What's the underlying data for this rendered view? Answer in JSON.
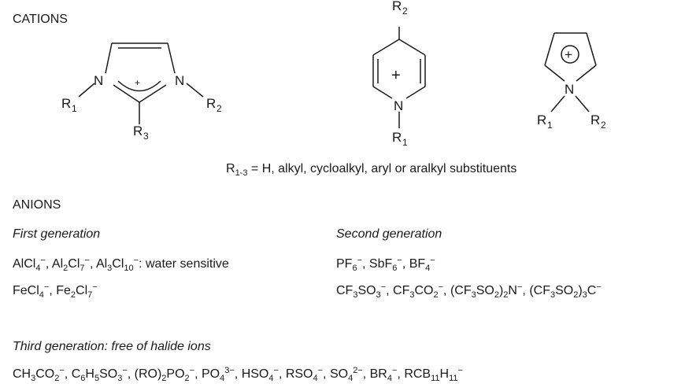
{
  "cations": {
    "heading": "CATIONS",
    "imidazolium": {
      "n1": "N",
      "n2": "N",
      "charge": "+",
      "r1": "R",
      "r1_sub": "1",
      "r2": "R",
      "r2_sub": "2",
      "r3": "R",
      "r3_sub": "3"
    },
    "pyridinium": {
      "n": "N",
      "charge": "+",
      "r1": "R",
      "r1_sub": "1",
      "r2": "R",
      "r2_sub": "2"
    },
    "pyrrolidinium": {
      "n": "N",
      "charge": "+",
      "r1": "R",
      "r1_sub": "1",
      "r2": "R",
      "r2_sub": "2"
    },
    "substituent_note": {
      "r": "R",
      "sub": "1-3",
      "text": " = H, alkyl, cycloalkyl, aryl or aralkyl substituents"
    }
  },
  "anions": {
    "heading": "ANIONS",
    "first_generation": {
      "label": "First generation",
      "line1_suffix": ": water sensitive"
    },
    "second_generation": {
      "label": "Second generation"
    },
    "third_generation": {
      "label": "Third generation: free of halide ions"
    }
  }
}
